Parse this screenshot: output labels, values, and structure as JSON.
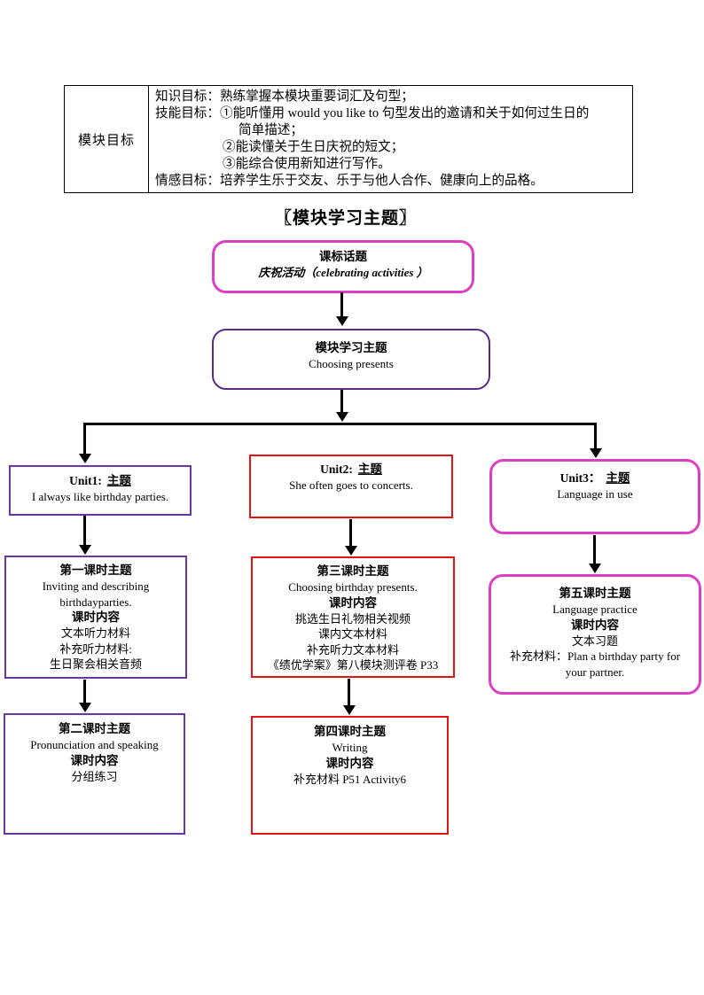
{
  "goal_table": {
    "header": "模块目标",
    "lines": [
      "知识目标：熟练掌握本模块重要词汇及句型；",
      "技能目标：①能听懂用 would you like to 句型发出的邀请和关于如何过生日的",
      "简单描述；",
      "②能读懂关于生日庆祝的短文；",
      "③能综合使用新知进行写作。",
      "情感目标：培养学生乐于交友、乐于与他人合作、健康向上的品格。"
    ]
  },
  "section_title": "〖模块学习主题〗",
  "flowchart": {
    "topic_box": {
      "title": "课标话题",
      "subtitle": "庆祝活动（celebrating activities ）"
    },
    "module_box": {
      "title": "模块学习主题",
      "subtitle": "Choosing presents"
    },
    "units": [
      {
        "name": "Unit1:",
        "topic": "主题",
        "subtitle": "I always like birthday parties."
      },
      {
        "name": "Unit2:",
        "topic": "主题",
        "subtitle": "She often goes to concerts."
      },
      {
        "name": "Unit3：",
        "topic": "主题",
        "subtitle": "Language in use"
      }
    ],
    "lessons": [
      {
        "title": "第一课时主题",
        "subtitle": "Inviting and describing birthdayparties.",
        "content_header": "课时内容",
        "content": [
          "文本听力材料",
          "补充听力材料:",
          "生日聚会相关音频"
        ]
      },
      {
        "title": "第二课时主题",
        "subtitle": "Pronunciation and speaking",
        "content_header": "课时内容",
        "content": [
          "分组练习"
        ]
      },
      {
        "title": "第三课时主题",
        "subtitle": "Choosing birthday presents.",
        "content_header": "课时内容",
        "content": [
          "挑选生日礼物相关视频",
          "课内文本材料",
          "补充听力文本材料",
          "《绩优学案》第八模块测评卷 P33"
        ]
      },
      {
        "title": "第四课时主题",
        "subtitle": "Writing",
        "content_header": "课时内容",
        "content": [
          "补充材料 P51 Activity6"
        ]
      },
      {
        "title": "第五课时主题",
        "subtitle": "Language practice",
        "content_header": "课时内容",
        "content": [
          "文本习题",
          "补充材料：Plan a birthday party for your partner."
        ]
      }
    ]
  },
  "colors": {
    "magenta": "#DD3FC3",
    "purple_dark": "#5B2B8A",
    "purple": "#6B35A3",
    "red": "#E01414",
    "black": "#000000"
  }
}
